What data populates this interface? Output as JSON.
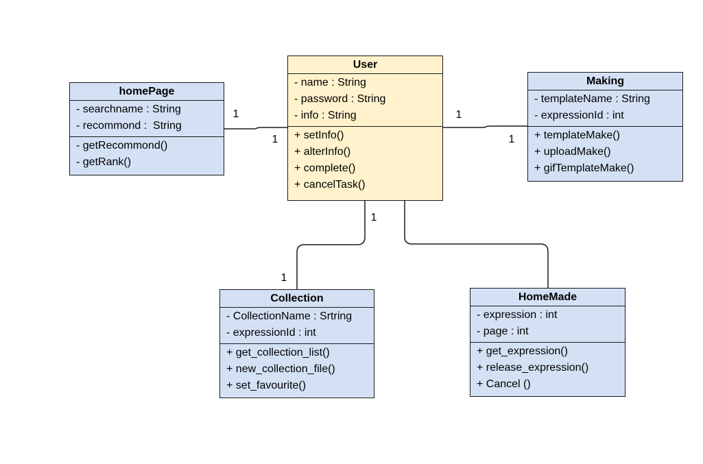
{
  "classes": {
    "user": {
      "name": "User",
      "attributes": [
        "- name : String",
        "- password : String",
        "- info : String"
      ],
      "methods": [
        "+ setInfo()",
        "+ alterInfo()",
        "+ complete()",
        "+ cancelTask()"
      ]
    },
    "homepage": {
      "name": "homePage",
      "attributes": [
        "- searchname : String",
        "- recommond :  String"
      ],
      "methods": [
        "- getRecommond()",
        "- getRank()"
      ]
    },
    "making": {
      "name": "Making",
      "attributes": [
        "- templateName : String",
        "- expressionId : int"
      ],
      "methods": [
        "+ templateMake()",
        "+ uploadMake()",
        "+ gifTemplateMake()"
      ]
    },
    "collection": {
      "name": "Collection",
      "attributes": [
        "- CollectionName : Srtring",
        "- expressionId : int"
      ],
      "methods": [
        "+ get_collection_list()",
        "+ new_collection_file()",
        "+ set_favourite()"
      ]
    },
    "homemade": {
      "name": "HomeMade",
      "attributes": [
        "- expression : int",
        "- page : int"
      ],
      "methods": [
        "+ get_expression()",
        "+ release_expression()",
        "+ Cancel ()"
      ]
    }
  },
  "multiplicities": {
    "homepage_end": "1",
    "user_left_end": "1",
    "user_right_end": "1",
    "making_end": "1",
    "user_bottom_end": "1",
    "collection_end": "1"
  },
  "colors": {
    "user_fill": "#fff2cc",
    "class_fill": "#d4e1f5",
    "stroke": "#1a1a1a"
  }
}
